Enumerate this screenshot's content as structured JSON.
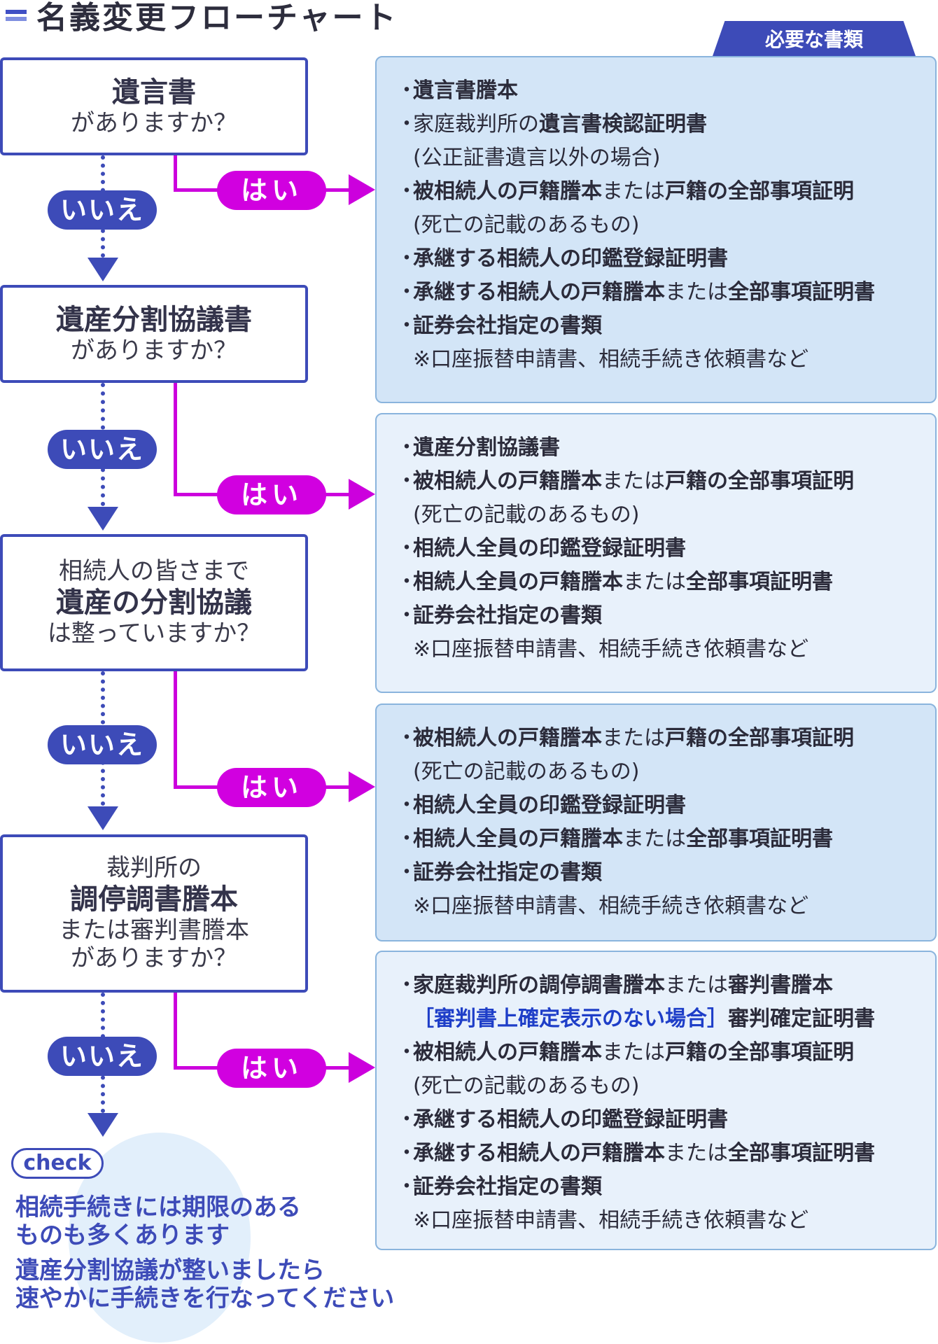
{
  "title": "名義変更フローチャート",
  "docs_tab": "必要な書類",
  "labels": {
    "yes": "はい",
    "no": "いいえ"
  },
  "questions": [
    {
      "lines": [
        {
          "t": "遺言書",
          "bold": true
        },
        {
          "t": "がありますか？",
          "bold": false
        }
      ]
    },
    {
      "lines": [
        {
          "t": "遺産分割協議書",
          "bold": true
        },
        {
          "t": "がありますか？",
          "bold": false
        }
      ]
    },
    {
      "lines": [
        {
          "t": "相続人の皆さまで",
          "bold": false
        },
        {
          "t": "遺産の分割協議",
          "bold": true
        },
        {
          "t": "は整っていますか？",
          "bold": false
        }
      ]
    },
    {
      "lines": [
        {
          "t": "裁判所の",
          "bold": false
        },
        {
          "t": "調停調書謄本",
          "bold": true
        },
        {
          "t": "または審判書謄本",
          "bold": false
        },
        {
          "t": "がありますか？",
          "bold": false
        }
      ]
    }
  ],
  "document_lists": [
    {
      "items": [
        {
          "bullet": true,
          "parts": [
            {
              "t": "遺言書謄本",
              "b": true
            }
          ]
        },
        {
          "bullet": true,
          "parts": [
            {
              "t": "家庭裁判所の",
              "b": false
            },
            {
              "t": "遺言書検認証明書",
              "b": true
            }
          ]
        },
        {
          "bullet": false,
          "parts": [
            {
              "t": "(公正証書遺言以外の場合)",
              "b": false
            }
          ]
        },
        {
          "bullet": true,
          "parts": [
            {
              "t": "被相続人の戸籍謄本",
              "b": true
            },
            {
              "t": "または",
              "b": false
            },
            {
              "t": "戸籍の全部事項証明",
              "b": true
            }
          ]
        },
        {
          "bullet": false,
          "parts": [
            {
              "t": "(死亡の記載のあるもの)",
              "b": false
            }
          ]
        },
        {
          "bullet": true,
          "parts": [
            {
              "t": "承継する相続人の印鑑登録証明書",
              "b": true
            }
          ]
        },
        {
          "bullet": true,
          "parts": [
            {
              "t": "承継する相続人の戸籍謄本",
              "b": true
            },
            {
              "t": "または",
              "b": false
            },
            {
              "t": "全部事項証明書",
              "b": true
            }
          ]
        },
        {
          "bullet": true,
          "parts": [
            {
              "t": "証券会社指定の書類",
              "b": true
            }
          ]
        },
        {
          "bullet": false,
          "parts": [
            {
              "t": "※口座振替申請書、相続手続き依頼書など",
              "b": false
            }
          ]
        }
      ]
    },
    {
      "items": [
        {
          "bullet": true,
          "parts": [
            {
              "t": "遺産分割協議書",
              "b": true
            }
          ]
        },
        {
          "bullet": true,
          "parts": [
            {
              "t": "被相続人の戸籍謄本",
              "b": true
            },
            {
              "t": "または",
              "b": false
            },
            {
              "t": "戸籍の全部事項証明",
              "b": true
            }
          ]
        },
        {
          "bullet": false,
          "parts": [
            {
              "t": "(死亡の記載のあるもの)",
              "b": false
            }
          ]
        },
        {
          "bullet": true,
          "parts": [
            {
              "t": "相続人全員の印鑑登録証明書",
              "b": true
            }
          ]
        },
        {
          "bullet": true,
          "parts": [
            {
              "t": "相続人全員の戸籍謄本",
              "b": true
            },
            {
              "t": "または",
              "b": false
            },
            {
              "t": "全部事項証明書",
              "b": true
            }
          ]
        },
        {
          "bullet": true,
          "parts": [
            {
              "t": "証券会社指定の書類",
              "b": true
            }
          ]
        },
        {
          "bullet": false,
          "parts": [
            {
              "t": "※口座振替申請書、相続手続き依頼書など",
              "b": false
            }
          ]
        }
      ]
    },
    {
      "items": [
        {
          "bullet": true,
          "parts": [
            {
              "t": "被相続人の戸籍謄本",
              "b": true
            },
            {
              "t": "または",
              "b": false
            },
            {
              "t": "戸籍の全部事項証明",
              "b": true
            }
          ]
        },
        {
          "bullet": false,
          "parts": [
            {
              "t": "(死亡の記載のあるもの)",
              "b": false
            }
          ]
        },
        {
          "bullet": true,
          "parts": [
            {
              "t": "相続人全員の印鑑登録証明書",
              "b": true
            }
          ]
        },
        {
          "bullet": true,
          "parts": [
            {
              "t": "相続人全員の戸籍謄本",
              "b": true
            },
            {
              "t": "または",
              "b": false
            },
            {
              "t": "全部事項証明書",
              "b": true
            }
          ]
        },
        {
          "bullet": true,
          "parts": [
            {
              "t": "証券会社指定の書類",
              "b": true
            }
          ]
        },
        {
          "bullet": false,
          "parts": [
            {
              "t": "※口座振替申請書、相続手続き依頼書など",
              "b": false
            }
          ]
        }
      ]
    },
    {
      "items": [
        {
          "bullet": true,
          "parts": [
            {
              "t": "家庭裁判所の調停調書謄本",
              "b": true
            },
            {
              "t": "または",
              "b": false
            },
            {
              "t": "審判書謄本",
              "b": true
            }
          ]
        },
        {
          "bullet": false,
          "parts": [
            {
              "t": "［審判書上確定表示のない場合］",
              "b": "blue"
            },
            {
              "t": "審判確定証明書",
              "b": true
            }
          ]
        },
        {
          "bullet": true,
          "parts": [
            {
              "t": "被相続人の戸籍謄本",
              "b": true
            },
            {
              "t": "または",
              "b": false
            },
            {
              "t": "戸籍の全部事項証明",
              "b": true
            }
          ]
        },
        {
          "bullet": false,
          "parts": [
            {
              "t": "(死亡の記載のあるもの)",
              "b": false
            }
          ]
        },
        {
          "bullet": true,
          "parts": [
            {
              "t": "承継する相続人の印鑑登録証明書",
              "b": true
            }
          ]
        },
        {
          "bullet": true,
          "parts": [
            {
              "t": "承継する相続人の戸籍謄本",
              "b": true
            },
            {
              "t": "または",
              "b": false
            },
            {
              "t": "全部事項証明書",
              "b": true
            }
          ]
        },
        {
          "bullet": true,
          "parts": [
            {
              "t": "証券会社指定の書類",
              "b": true
            }
          ]
        },
        {
          "bullet": false,
          "parts": [
            {
              "t": "※口座振替申請書、相続手続き依頼書など",
              "b": false
            }
          ]
        }
      ]
    }
  ],
  "check": {
    "label": "check",
    "lines": [
      "相続手続きには期限のある",
      "ものも多くあります",
      "遺産分割協議が整いましたら",
      "速やかに手続きを行なってください"
    ]
  },
  "colors": {
    "navy": "#3d4bb8",
    "magenta": "#cc00dd",
    "panel_blue": "#d3e5f7",
    "panel_pale": "#e8f1fb"
  }
}
